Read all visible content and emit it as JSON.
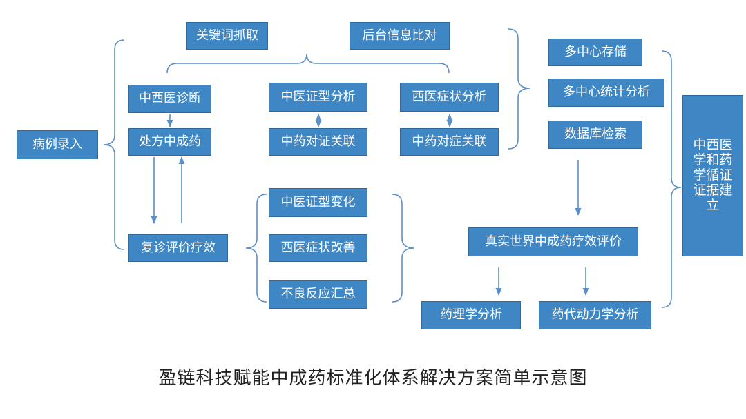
{
  "diagram": {
    "nodes": {
      "case_entry": "病例录入",
      "keyword_extract": "关键词抓取",
      "backend_compare": "后台信息比对",
      "tcm_wm_diagnosis": "中西医诊断",
      "prescription_cpm": "处方中成药",
      "followup_eval": "复诊评价疗效",
      "tcm_syndrome_analysis": "中医证型分析",
      "herb_syndrome_link": "中药对证关联",
      "wm_symptom_analysis": "西医症状分析",
      "herb_symptom_link": "中药对症关联",
      "tcm_syndrome_change": "中医证型变化",
      "wm_symptom_improve": "西医症状改善",
      "adverse_summary": "不良反应汇总",
      "multi_center_storage": "多中心存储",
      "multi_center_stats": "多中心统计分析",
      "database_search": "数据库检索",
      "rwe_evaluation": "真实世界中成药疗效评价",
      "pharmacology": "药理学分析",
      "pharmacokinetics": "药代动力学分析",
      "evidence_building": "中西医学和药学循证证据建立"
    },
    "caption": "盈链科技赋能中成药标准化体系解决方案简单示意图"
  },
  "colors": {
    "box_fill": "#3e86c4",
    "box_text": "#ffffff",
    "line": "#5b8fc7"
  }
}
